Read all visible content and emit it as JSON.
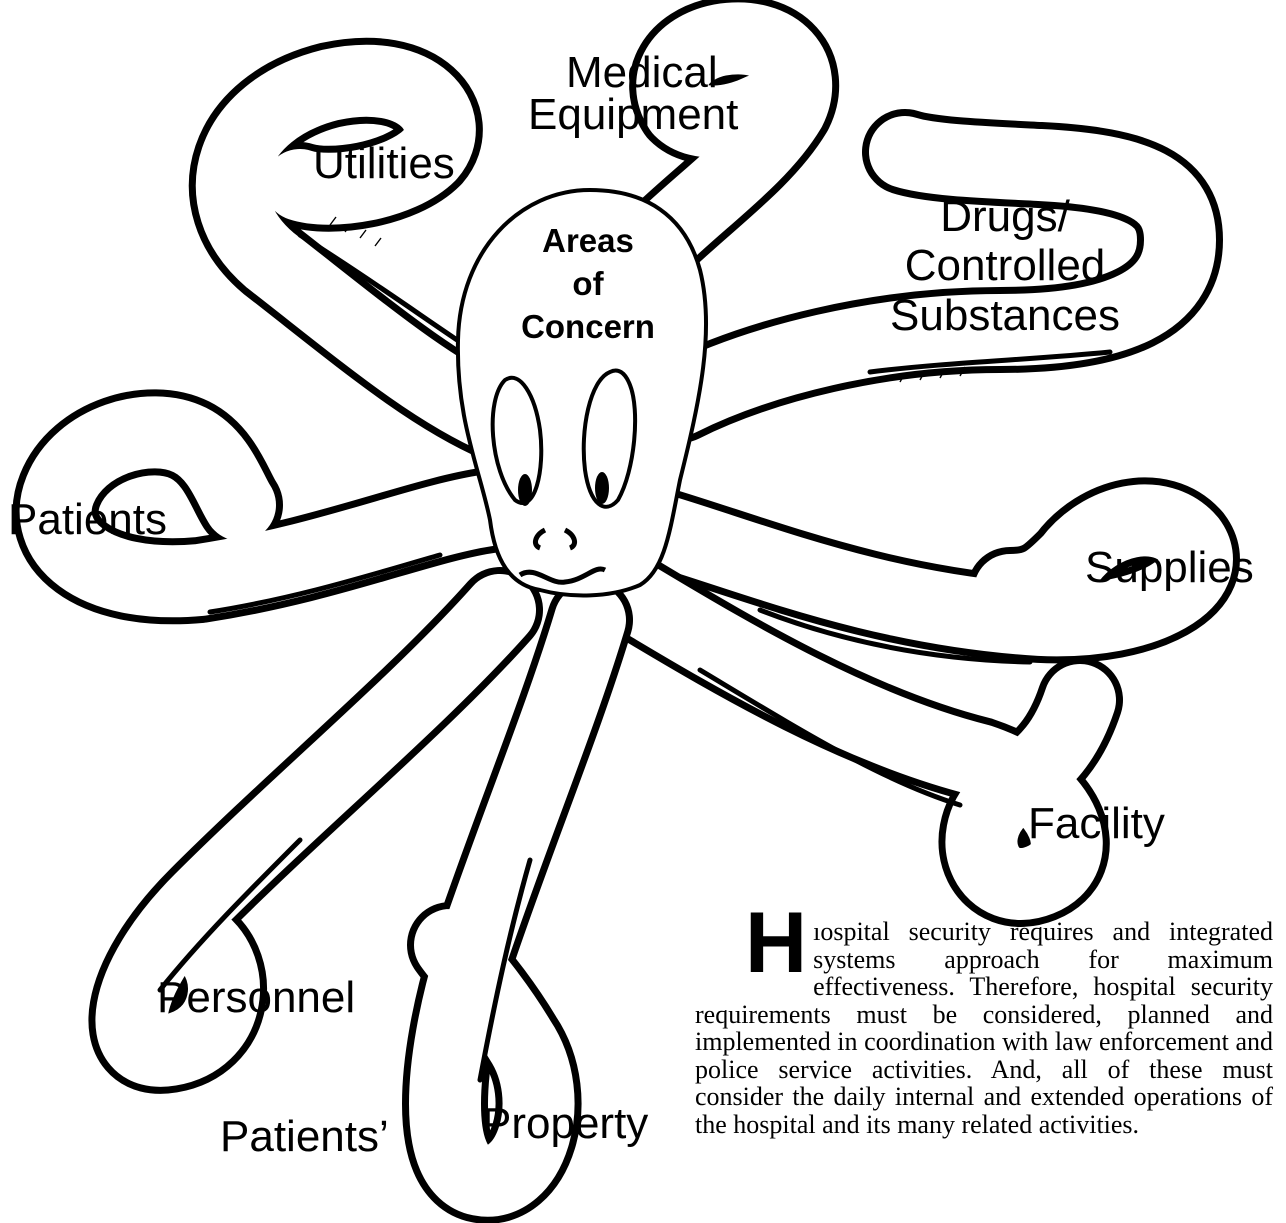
{
  "diagram": {
    "head_label": [
      "Areas",
      "of",
      "Concern"
    ],
    "tentacle_labels": {
      "medical_equipment": [
        "Medical",
        "Equipment"
      ],
      "utilities": "Utilities",
      "drugs": [
        "Drugs/",
        "Controlled",
        "Substances"
      ],
      "patients": "Patients",
      "supplies": "Supplies",
      "facility": "Facility",
      "personnel": "Personnel",
      "patients_possessive": "Patients’",
      "property": "Property"
    }
  },
  "text_block": {
    "drop_cap": "H",
    "paragraph": "ıospital security requires and integrated systems approach for maximum effectiveness. Therefore, hospital security requirements must be considered, planned and implemented in coordination with law enforcement and police service activities. And, all of these must consider the daily internal and extended operations of the hospital and its many related activities."
  },
  "colors": {
    "ink": "#000000",
    "paper": "#ffffff"
  }
}
